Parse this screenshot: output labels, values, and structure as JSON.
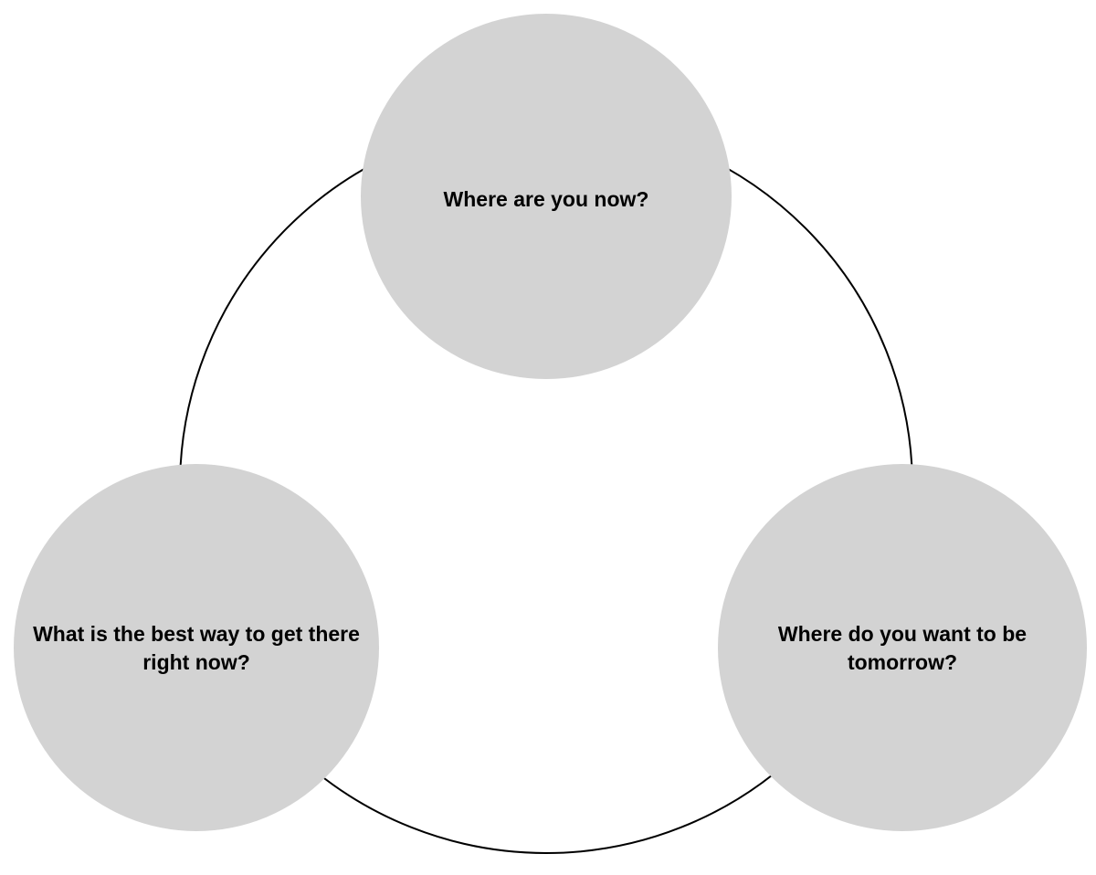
{
  "theme": {
    "background": "#ffffff",
    "node_fill": "#d3d3d3",
    "ring_stroke": "#000000",
    "text_color": "#000000"
  },
  "diagram": {
    "type": "cycle",
    "nodes": [
      {
        "id": "current-state",
        "label": "Where are you now?"
      },
      {
        "id": "future-state",
        "label": "Where do you want to be tomorrow?"
      },
      {
        "id": "path",
        "label": "What is the best way to get there right now?"
      }
    ]
  }
}
